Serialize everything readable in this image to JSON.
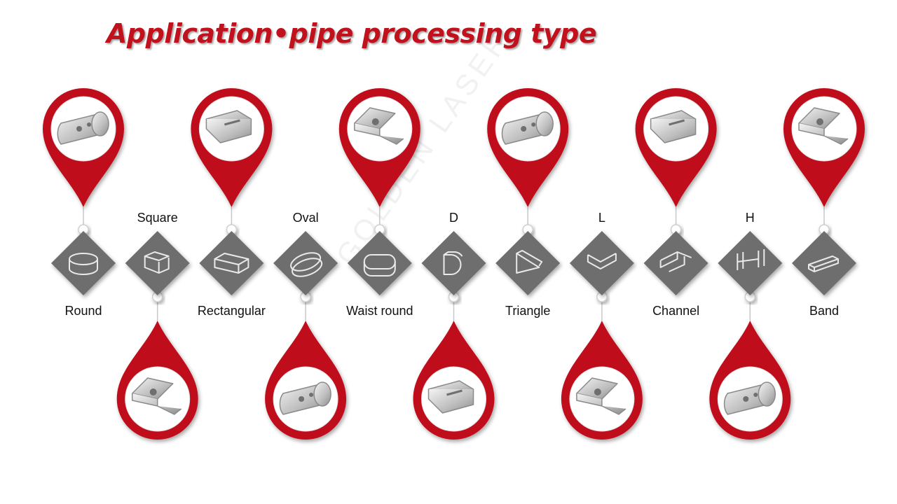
{
  "title": "Application•pipe processing type",
  "watermark": "GOLDEN LASER",
  "colors": {
    "accent_red": "#c0111c",
    "diamond_gray": "#6e6e6e",
    "connector_gray": "#c8c8c8",
    "label_text": "#111111"
  },
  "pipe_types": [
    {
      "label": "Round",
      "icon": "round-tube-icon",
      "pin": "up",
      "pin_image": "round-tube-part-icon"
    },
    {
      "label": "Square",
      "icon": "square-tube-icon",
      "pin": "down",
      "pin_image": "square-tube-part-icon"
    },
    {
      "label": "Rectangular",
      "icon": "rectangular-tube-icon",
      "pin": "up",
      "pin_image": "rectangular-tube-part-icon"
    },
    {
      "label": "Oval",
      "icon": "oval-tube-icon",
      "pin": "down",
      "pin_image": "oval-tube-part-icon"
    },
    {
      "label": "Waist round",
      "icon": "waist-round-tube-icon",
      "pin": "up",
      "pin_image": "waist-round-tube-part-icon"
    },
    {
      "label": "D",
      "icon": "d-tube-icon",
      "pin": "down",
      "pin_image": "d-tube-part-icon"
    },
    {
      "label": "Triangle",
      "icon": "triangle-tube-icon",
      "pin": "up",
      "pin_image": "triangle-tube-part-icon"
    },
    {
      "label": "L",
      "icon": "l-angle-icon",
      "pin": "down",
      "pin_image": "l-angle-part-icon"
    },
    {
      "label": "Channel",
      "icon": "channel-icon",
      "pin": "up",
      "pin_image": "channel-part-icon"
    },
    {
      "label": "H",
      "icon": "h-beam-icon",
      "pin": "down",
      "pin_image": "h-beam-part-icon"
    },
    {
      "label": "Band",
      "icon": "band-icon",
      "pin": "up",
      "pin_image": "band-part-icon"
    }
  ]
}
